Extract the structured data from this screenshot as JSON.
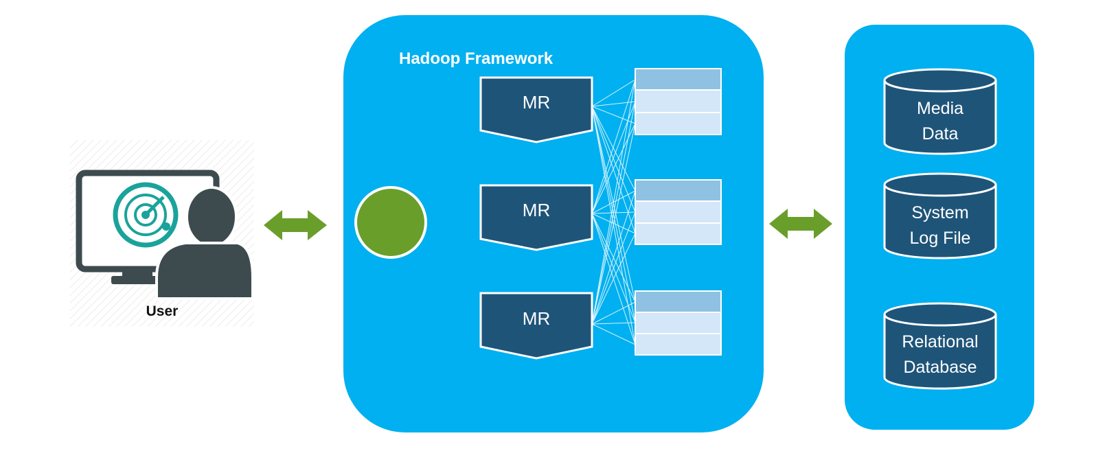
{
  "user": {
    "label": "User"
  },
  "framework": {
    "title": "Hadoop Framework",
    "mapreduce_nodes": [
      {
        "label": "MR"
      },
      {
        "label": "MR"
      },
      {
        "label": "MR"
      }
    ]
  },
  "data_sources": [
    {
      "lines": [
        "Media",
        "Data"
      ]
    },
    {
      "lines": [
        "System",
        "Log File"
      ]
    },
    {
      "lines": [
        "Relational",
        "Database"
      ]
    }
  ],
  "colors": {
    "panel_blue": "#00b0f0",
    "node_navy": "#1f5479",
    "arrow_green": "#6a9e2a",
    "hub_green": "#6a9e2a",
    "store_header": "#8fc1e3",
    "store_row": "#d3e7f8"
  }
}
